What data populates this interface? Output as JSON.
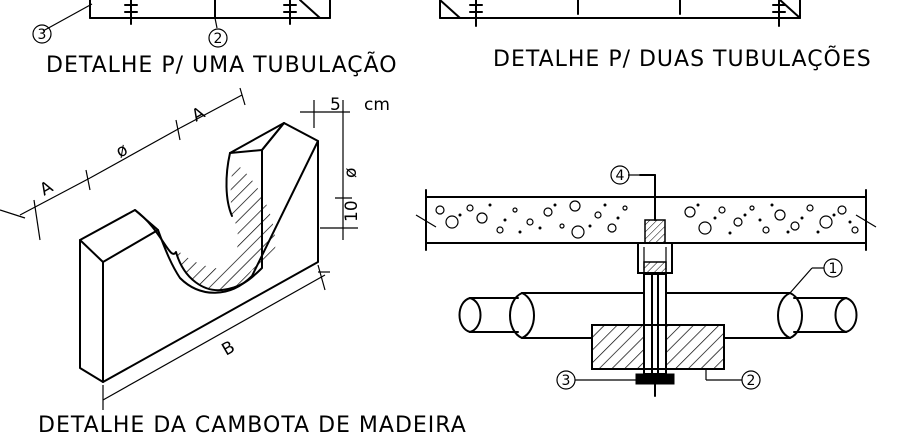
{
  "titles": {
    "one_pipe": "DETALHE P/ UMA TUBULAÇÃO",
    "two_pipes": "DETALHE P/ DUAS TUBULAÇÕES",
    "saddle": "DETALHE DA CAMBOTA DE MADEIRA"
  },
  "dimensions": {
    "a_left": "A",
    "a_right": "A",
    "phi_width": "ø",
    "phi_height": "ø",
    "thickness": "5",
    "unit": "cm",
    "base_height": "10",
    "length": "B"
  },
  "callouts": {
    "top_left_3": "3",
    "top_left_2": "2",
    "section_4": "4",
    "section_1": "1",
    "section_3": "3",
    "section_2": "2"
  }
}
